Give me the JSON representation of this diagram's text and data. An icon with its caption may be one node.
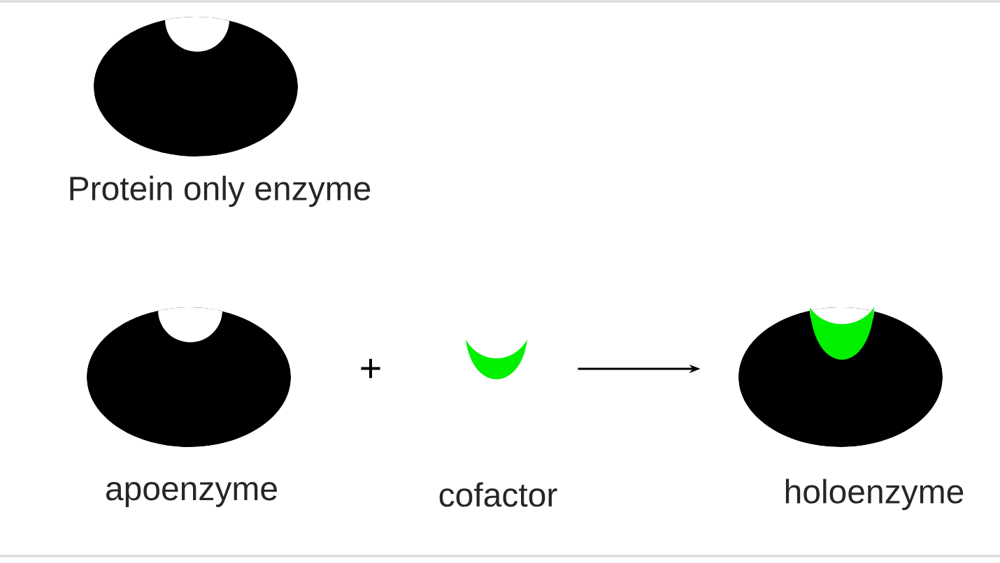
{
  "diagram": {
    "nodes": [
      {
        "text": [
          "Protein only enzyme"
        ]
      },
      {
        "text": [
          "apoenzyme"
        ]
      },
      {
        "text": [
          "cofactor"
        ]
      },
      {
        "text": [
          "holoenzyme"
        ]
      }
    ],
    "edges": [
      {
        "from": 2,
        "to": 3,
        "arrow": "to"
      }
    ],
    "labels": [
      "+"
    ]
  }
}
